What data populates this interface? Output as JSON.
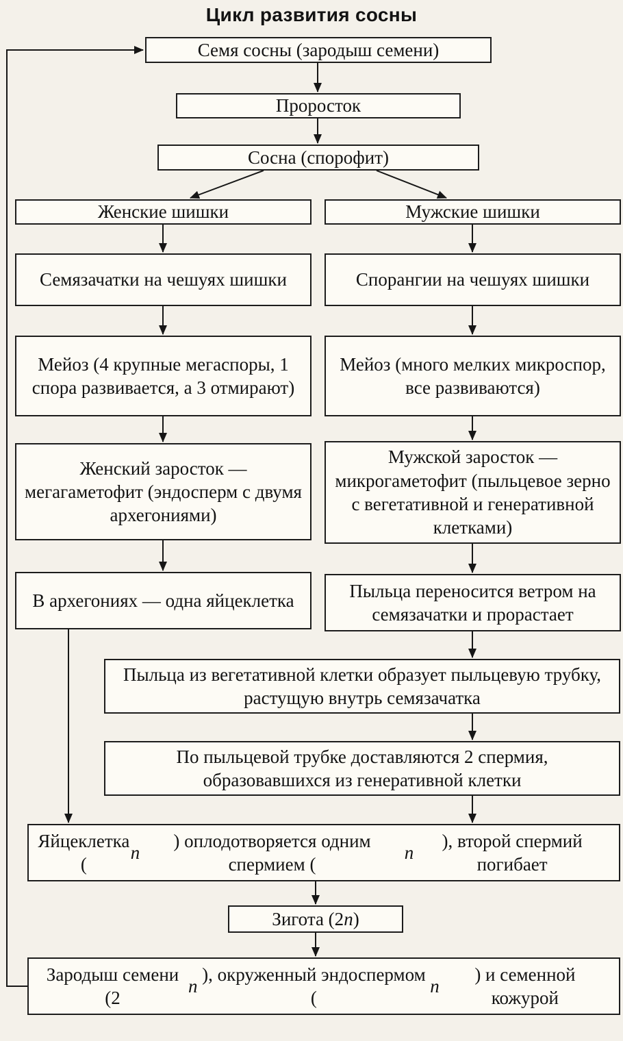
{
  "title": "Цикл развития сосны",
  "colors": {
    "background": "#f4f1ea",
    "box_background": "#fdfbf5",
    "border": "#1c1c1c",
    "arrow": "#161616",
    "text": "#131313"
  },
  "nodes": {
    "seed": "Семя сосны (зародыш семени)",
    "seedling": "Проросток",
    "pine": "Сосна (спорофит)",
    "female_cones": "Женские шишки",
    "male_cones": "Мужские шишки",
    "ovules": "Семязачатки на чешуях шишки",
    "sporangia": "Спорангии на чешуях шишки",
    "meiosis_female": "Мейоз (4 крупные мегаспоры, 1 спора развивается, а 3 отмирают)",
    "meiosis_male": "Мейоз (много мелких микроспор, все развиваются)",
    "female_gametophyte": "Женский заросток — мегагаметофит (эндосперм с двумя архегониями)",
    "male_gametophyte": "Мужской заросток — микрогаметофит (пыльцевое зерно с вегетативной и генеративной клетками)",
    "egg_in_archegonia": "В архегониях — одна яйцеклетка",
    "pollination": "Пыльца переносится ветром на семязачатки и прорастает",
    "pollen_tube": "Пыльца из вегетативной клетки образует пыльцевую трубку, растущую внутрь семязачатка",
    "sperm_delivery": "По пыльцевой трубке доставляются 2 спермия, образовавшихся из генеративной клетки",
    "fertilization": "Яйцеклетка (n) оплодотворяется одним спермием (n), второй спермий погибает",
    "zygote": "Зигота (2n)",
    "embryo": "Зародыш семени (2n), окруженный эндоспермом (n) и семенной кожурой"
  }
}
